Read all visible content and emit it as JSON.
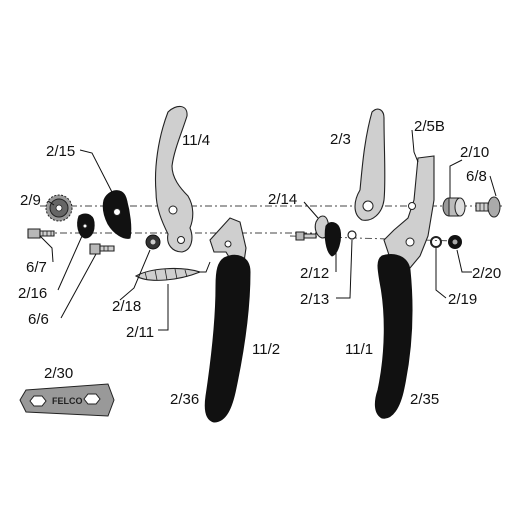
{
  "labels": {
    "p_2_15": "2/15",
    "p_11_4": "11/4",
    "p_2_9": "2/9",
    "p_6_7": "6/7",
    "p_2_16": "2/16",
    "p_6_6": "6/6",
    "p_2_18": "2/18",
    "p_2_11": "2/11",
    "p_11_2": "11/2",
    "p_2_30": "2/30",
    "p_2_36": "2/36",
    "p_2_3": "2/3",
    "p_2_5B": "2/5B",
    "p_2_10": "2/10",
    "p_6_8": "6/8",
    "p_2_14": "2/14",
    "p_2_12": "2/12",
    "p_2_13": "2/13",
    "p_2_20": "2/20",
    "p_2_19": "2/19",
    "p_11_1": "11/1",
    "p_2_35": "2/35"
  },
  "logo_text": "FELCO"
}
